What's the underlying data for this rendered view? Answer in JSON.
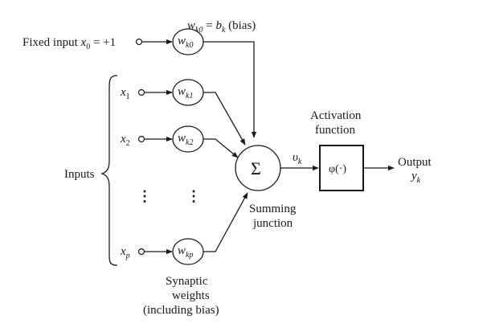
{
  "fixed_input": {
    "label": "Fixed input",
    "var": "x",
    "sub": "0",
    "value": " = +1"
  },
  "bias_note": {
    "w": "w",
    "sub": "k0",
    "eq": " = ",
    "b": "b",
    "bsub": "k",
    "tail": " (bias)"
  },
  "inputs": [
    {
      "var": "x",
      "sub": "1"
    },
    {
      "var": "x",
      "sub": "2"
    },
    {
      "var": "x",
      "sub": "p"
    }
  ],
  "weights": [
    {
      "var": "w",
      "sub": "k0"
    },
    {
      "var": "w",
      "sub": "k1"
    },
    {
      "var": "w",
      "sub": "k2"
    },
    {
      "var": "w",
      "sub": "kp"
    }
  ],
  "inputs_label": "Inputs",
  "ellipsis": "⋮",
  "summing": {
    "symbol": "Σ",
    "label_line1": "Summing",
    "label_line2": "junction"
  },
  "induced_field": {
    "var": "υ",
    "sub": "k"
  },
  "activation": {
    "symbol": "φ(·)",
    "label_line1": "Activation",
    "label_line2": "function"
  },
  "output": {
    "label": "Output",
    "var": "y",
    "sub": "k"
  },
  "synaptic": {
    "line1": "Synaptic",
    "line2": "weights",
    "line3": "(including bias)"
  },
  "icons": {
    "summing_node": "circle-node",
    "activation_box": "square-box",
    "arrow": "arrow-head",
    "brace": "curly-brace"
  }
}
